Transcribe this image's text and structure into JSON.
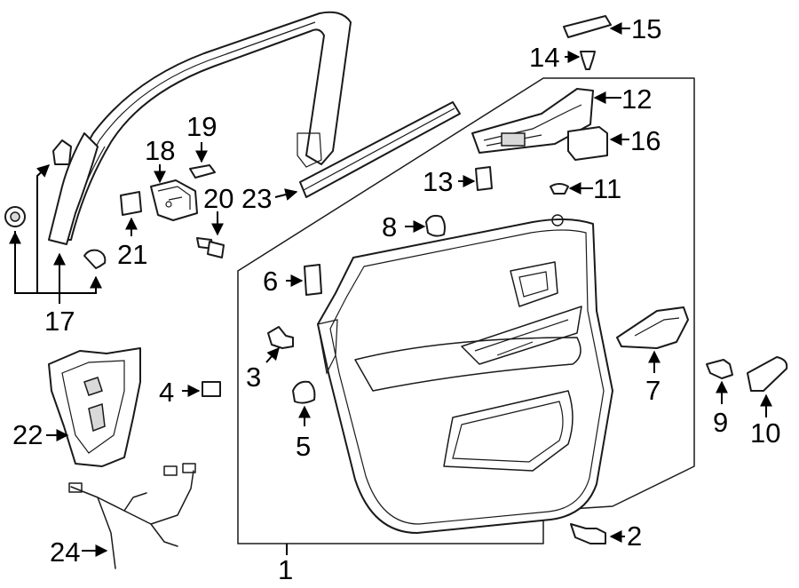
{
  "callouts": [
    "1",
    "2",
    "3",
    "4",
    "5",
    "6",
    "7",
    "8",
    "9",
    "10",
    "11",
    "12",
    "13",
    "14",
    "15",
    "16",
    "17",
    "18",
    "19",
    "20",
    "21",
    "22",
    "23",
    "24"
  ],
  "colors": {
    "line": "#1a1a1a",
    "background": "#ffffff",
    "shade": "#d9d9d9"
  }
}
